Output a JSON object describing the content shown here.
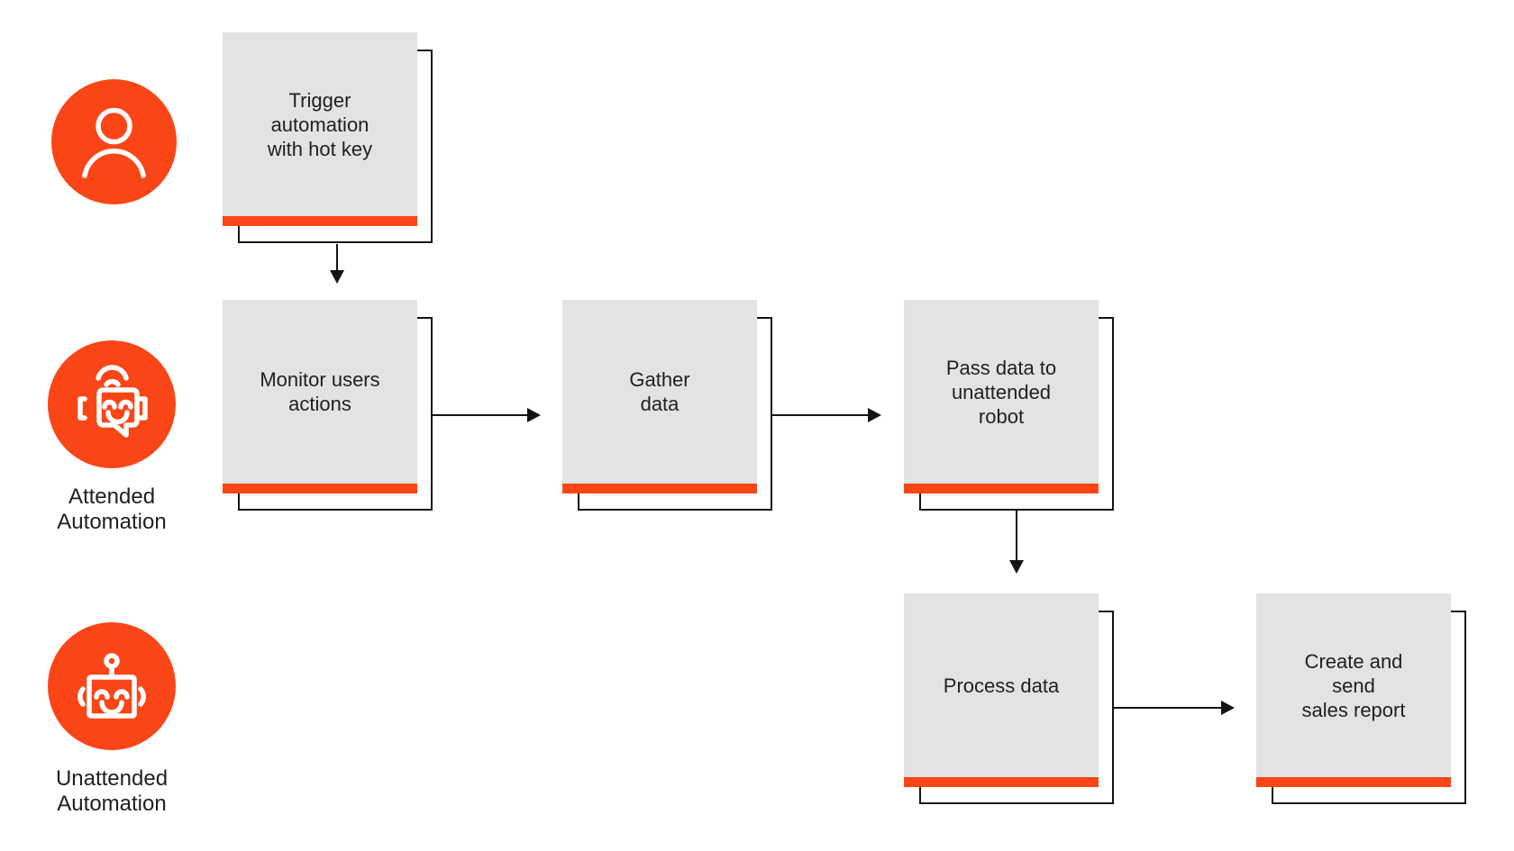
{
  "colors": {
    "accent_orange": "#FA4616",
    "box_fill": "#E3E3E3",
    "outline_black": "#141414",
    "text": "#1F1F1F",
    "background": "#FFFFFF",
    "icon_glyph": "#FFFFFF"
  },
  "legend": {
    "person": {
      "icon": "person-icon"
    },
    "attended": {
      "icon": "attended-robot-icon",
      "label_line1": "Attended",
      "label_line2": "Automation"
    },
    "unattended": {
      "icon": "unattended-robot-icon",
      "label_line1": "Unattended",
      "label_line2": "Automation"
    }
  },
  "nodes": {
    "trigger": {
      "lines": [
        "Trigger",
        "automation",
        "with hot key"
      ]
    },
    "monitor": {
      "lines": [
        "Monitor users",
        "actions"
      ]
    },
    "gather": {
      "lines": [
        "Gather",
        "data"
      ]
    },
    "pass": {
      "lines": [
        "Pass data to",
        "unattended",
        "robot"
      ]
    },
    "process": {
      "lines": [
        "Process data"
      ]
    },
    "report": {
      "lines": [
        "Create and",
        "send",
        "sales report"
      ]
    }
  },
  "flow": {
    "edges": [
      {
        "from": "trigger",
        "to": "monitor"
      },
      {
        "from": "monitor",
        "to": "gather"
      },
      {
        "from": "gather",
        "to": "pass"
      },
      {
        "from": "pass",
        "to": "process"
      },
      {
        "from": "process",
        "to": "report"
      }
    ]
  }
}
